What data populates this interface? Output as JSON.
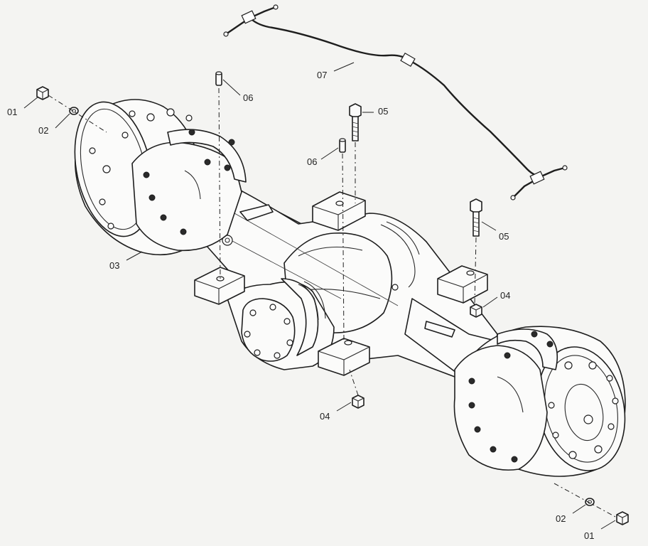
{
  "callouts": {
    "c01a": "01",
    "c02a": "02",
    "c03": "03",
    "c06a": "06",
    "c06b": "06",
    "c05a": "05",
    "c05b": "05",
    "c07": "07",
    "c04a": "04",
    "c04b": "04",
    "c02b": "02",
    "c01b": "01"
  },
  "colors": {
    "line": "#1e1e1e",
    "paper": "#f4f4f2",
    "part_fill": "#fbfbfa"
  }
}
